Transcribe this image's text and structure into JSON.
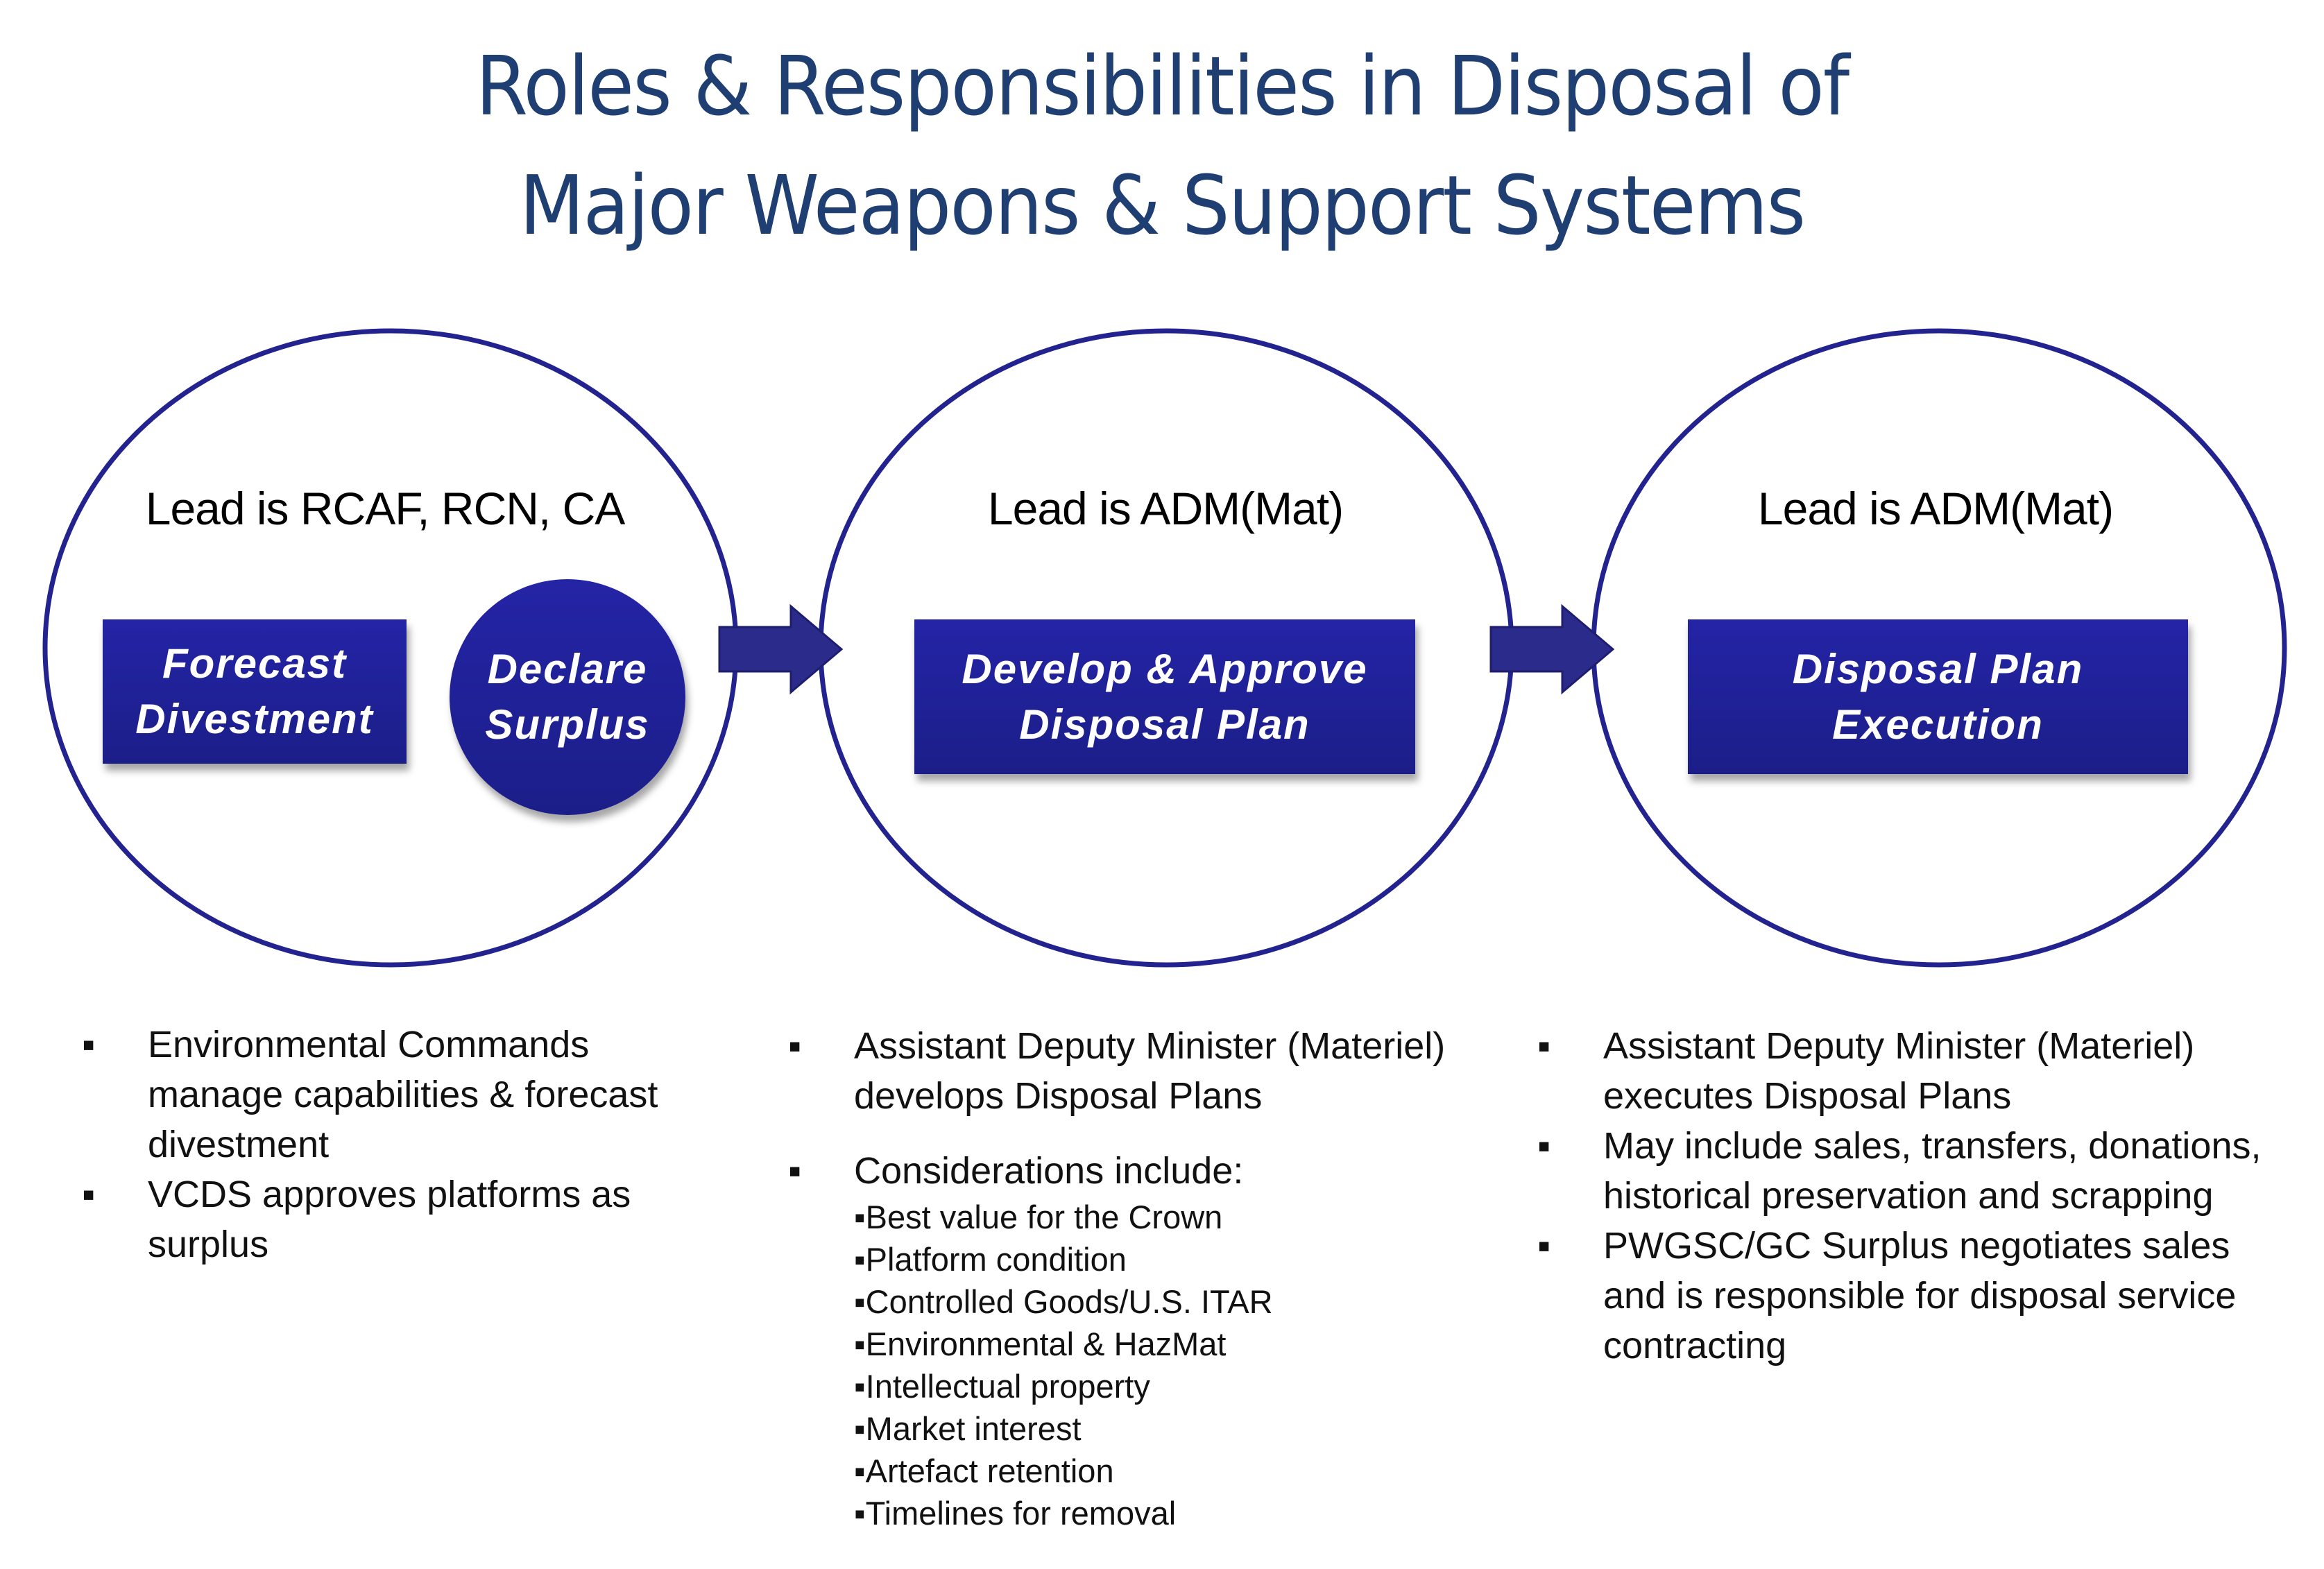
{
  "title": {
    "line1": "Roles & Responsibilities in Disposal of",
    "line2": "Major Weapons & Support Systems"
  },
  "colors": {
    "title": "#1f3f73",
    "accent_blue": "#21219e",
    "circle_stroke": "#23238f",
    "arrow": "#2b2b8c"
  },
  "phases": [
    {
      "lead": "Lead is RCAF, RCN, CA",
      "steps": [
        "Forecast\nDivestment",
        "Declare\nSurplus"
      ],
      "step_labels": [
        {
          "line1": "Forecast",
          "line2": "Divestment"
        },
        {
          "line1": "Declare",
          "line2": "Surplus"
        }
      ]
    },
    {
      "lead": "Lead is ADM(Mat)",
      "step_labels": [
        {
          "line1": "Develop & Approve",
          "line2": "Disposal Plan"
        }
      ]
    },
    {
      "lead": "Lead is ADM(Mat)",
      "step_labels": [
        {
          "line1": "Disposal Plan",
          "line2": "Execution"
        }
      ]
    }
  ],
  "arrows": [
    {
      "icon": "right-arrow-icon"
    },
    {
      "icon": "right-arrow-icon"
    }
  ],
  "bullet_glyph": "▪",
  "columns": [
    {
      "bullets": [
        "Environmental Commands manage capabilities & forecast divestment",
        "VCDS approves platforms as surplus"
      ]
    },
    {
      "bullets": [
        "Assistant Deputy Minister (Materiel) develops Disposal Plans",
        "Considerations include:"
      ],
      "considerations": [
        "Best value for the Crown",
        "Platform condition",
        "Controlled Goods/U.S. ITAR",
        "Environmental & HazMat",
        "Intellectual property",
        "Market interest",
        "Artefact retention",
        "Timelines for removal"
      ]
    },
    {
      "bullets": [
        "Assistant Deputy Minister (Materiel) executes Disposal Plans",
        "May include sales, transfers, donations, historical preservation and scrapping",
        "PWGSC/GC Surplus negotiates sales and is responsible for disposal service  contracting"
      ]
    }
  ]
}
